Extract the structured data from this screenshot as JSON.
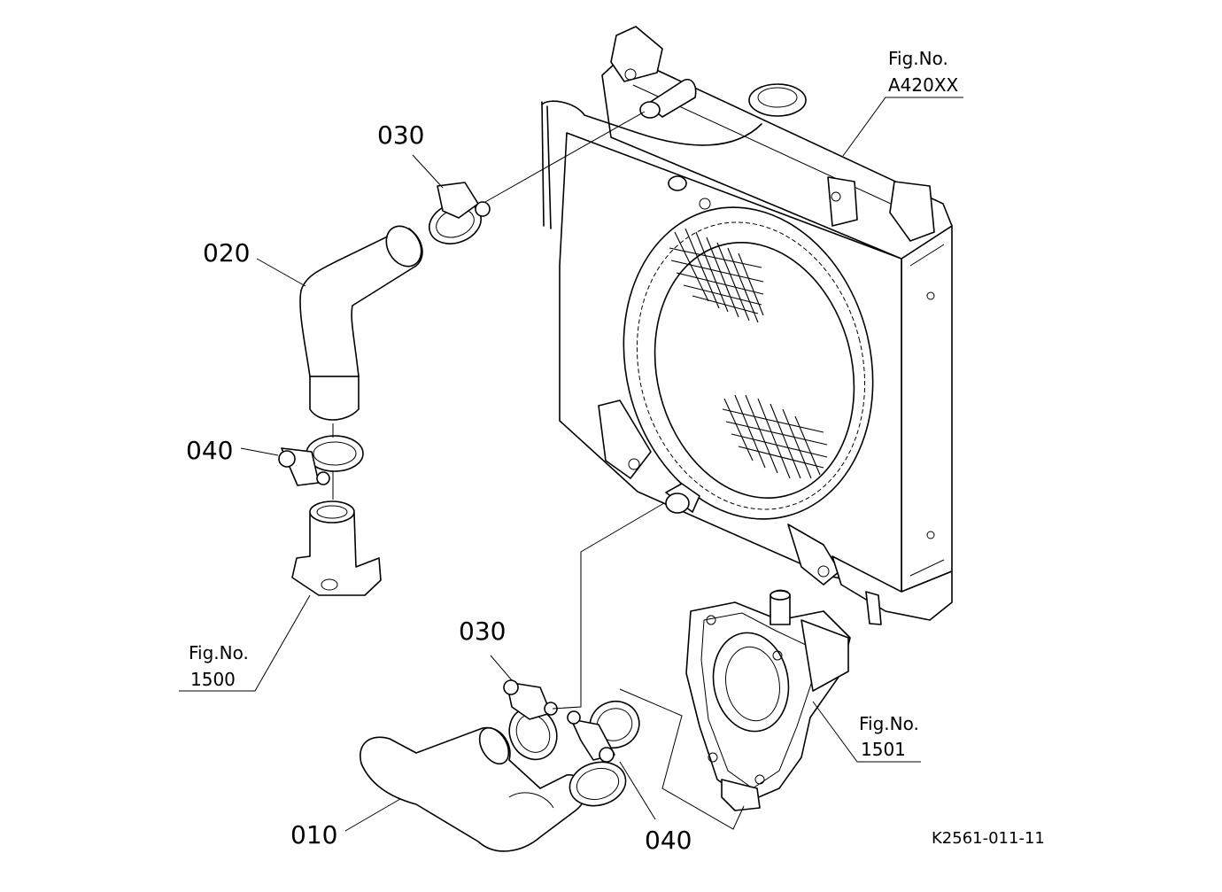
{
  "callouts": {
    "c030_top": "030",
    "c020": "020",
    "c040_left": "040",
    "c030_bottom": "030",
    "c010": "010",
    "c040_bottom": "040"
  },
  "fig_refs": {
    "radiator": {
      "label": "Fig.No.",
      "number": "A420XX"
    },
    "thermostat": {
      "label": "Fig.No.",
      "number": "1500"
    },
    "water_pump": {
      "label": "Fig.No.",
      "number": "1501"
    }
  },
  "drawing_code": "K2561-011-11"
}
